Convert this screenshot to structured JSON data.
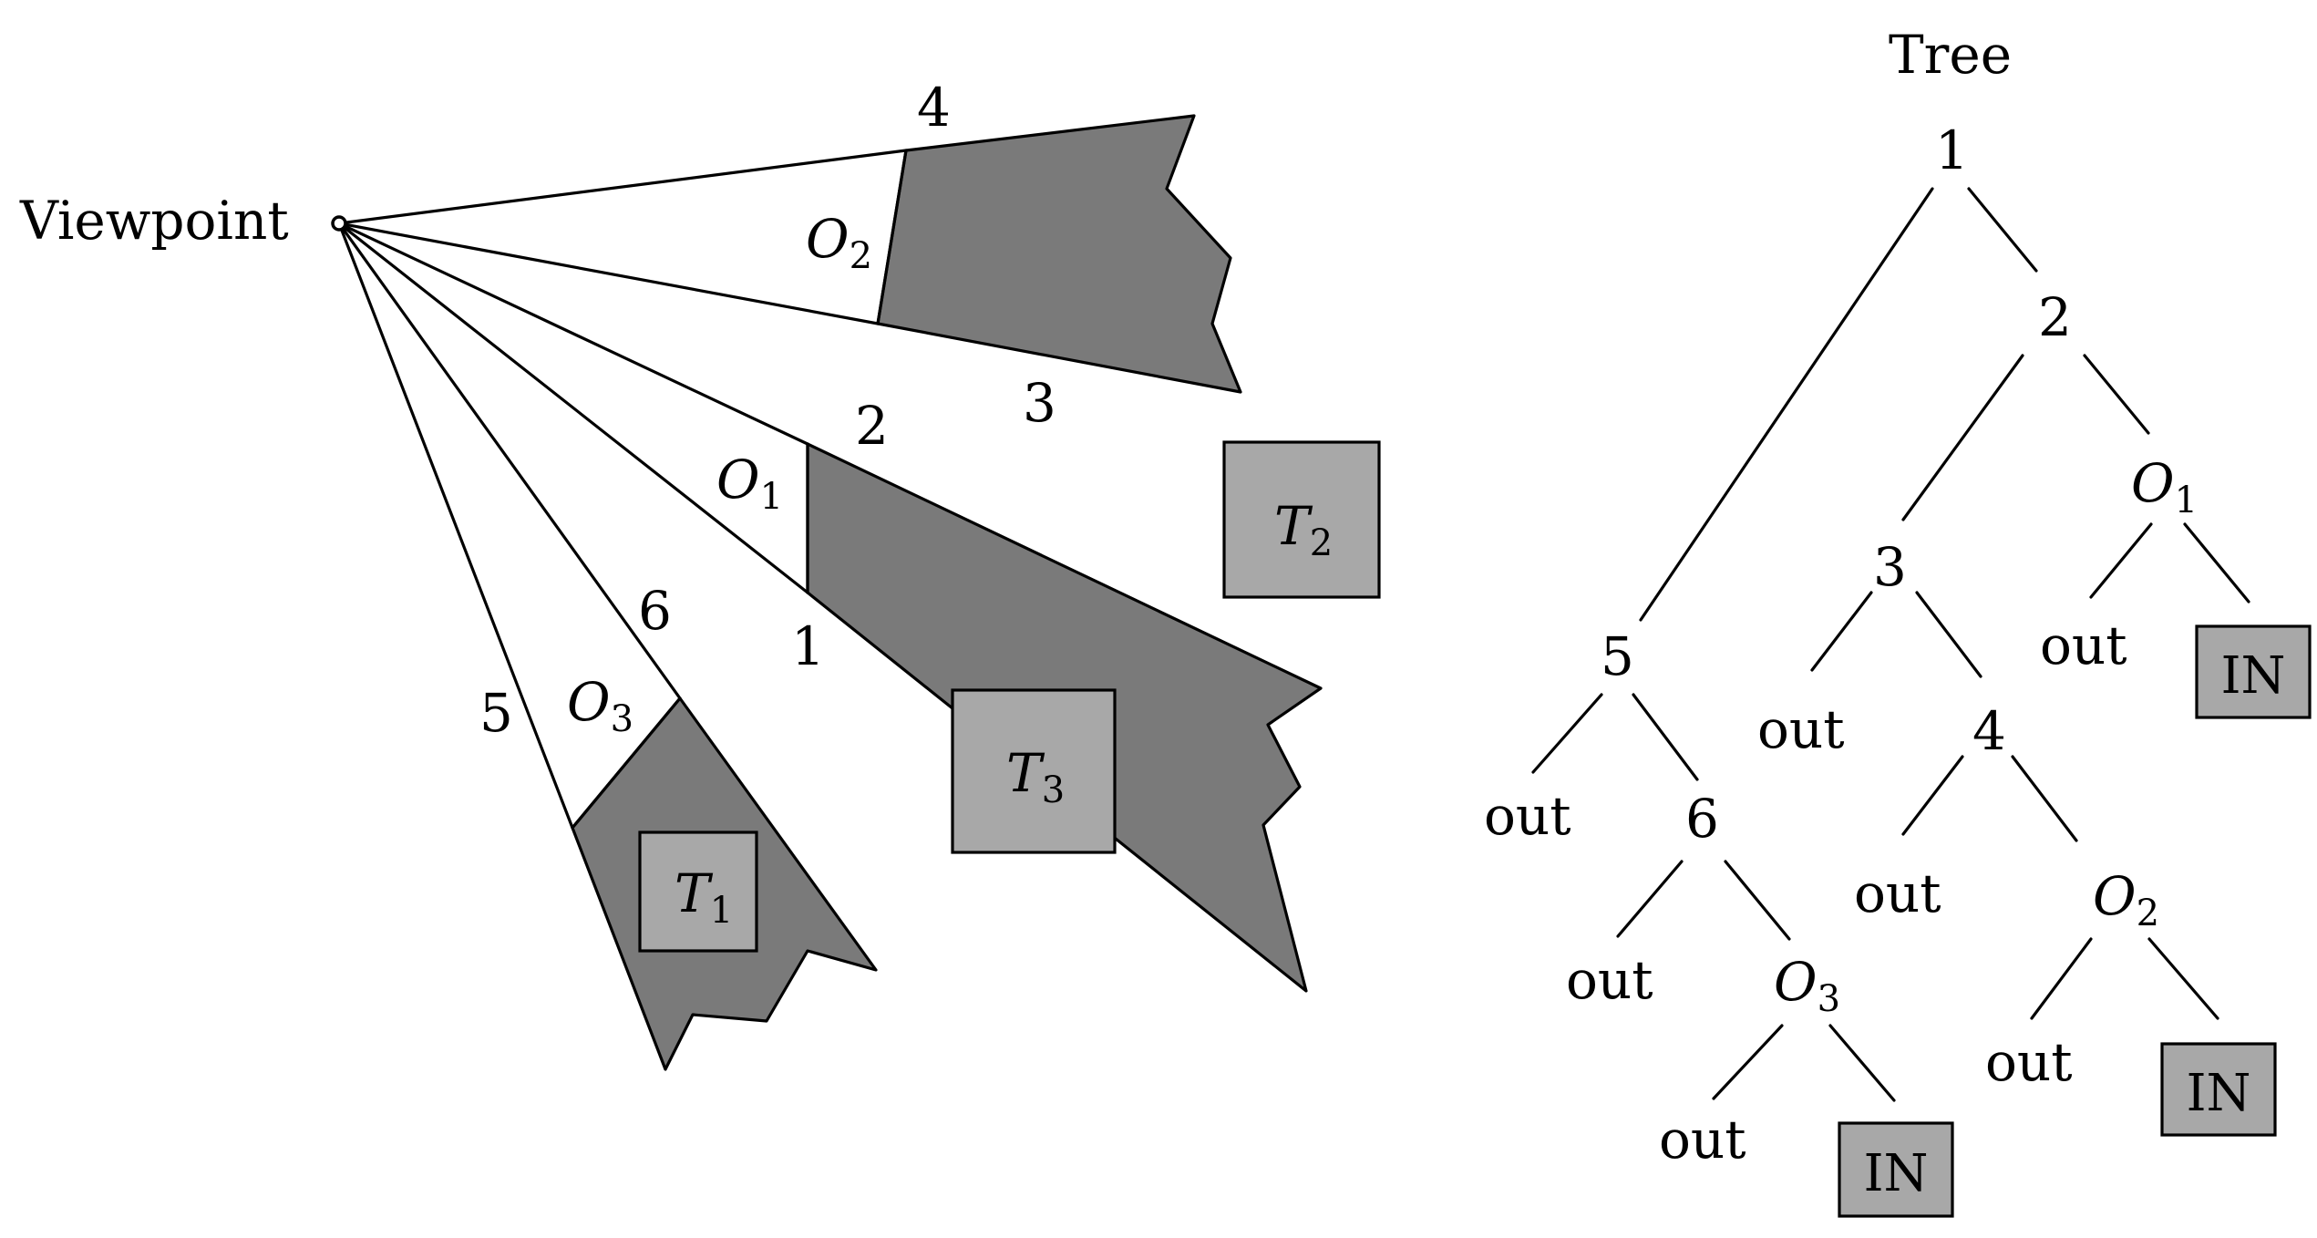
{
  "colors": {
    "shadow": "#7a7a7a",
    "target": "#a8a8a8",
    "line": "#000000"
  },
  "scene": {
    "viewpoint_label": "Viewpoint",
    "plane_labels": {
      "p1": "1",
      "p2": "2",
      "p3": "3",
      "p4": "4",
      "p5": "5",
      "p6": "6"
    },
    "occluders": {
      "o1": {
        "letter": "O",
        "sub": "1"
      },
      "o2": {
        "letter": "O",
        "sub": "2"
      },
      "o3": {
        "letter": "O",
        "sub": "3"
      }
    },
    "targets": {
      "t1": {
        "letter": "T",
        "sub": "1"
      },
      "t2": {
        "letter": "T",
        "sub": "2"
      },
      "t3": {
        "letter": "T",
        "sub": "3"
      }
    }
  },
  "tree": {
    "title": "Tree",
    "nodes": {
      "n1": "1",
      "n2": "2",
      "n3": "3",
      "n4": "4",
      "n5": "5",
      "n6": "6",
      "o1": {
        "letter": "O",
        "sub": "1"
      },
      "o2": {
        "letter": "O",
        "sub": "2"
      },
      "o3": {
        "letter": "O",
        "sub": "3"
      }
    },
    "leaves": {
      "out_5": "out",
      "out_6": "out",
      "out_o3": "out",
      "out_3": "out",
      "out_4": "out",
      "out_o2": "out",
      "out_o1": "out",
      "in_o1": "IN",
      "in_o2": "IN",
      "in_o3": "IN"
    }
  }
}
